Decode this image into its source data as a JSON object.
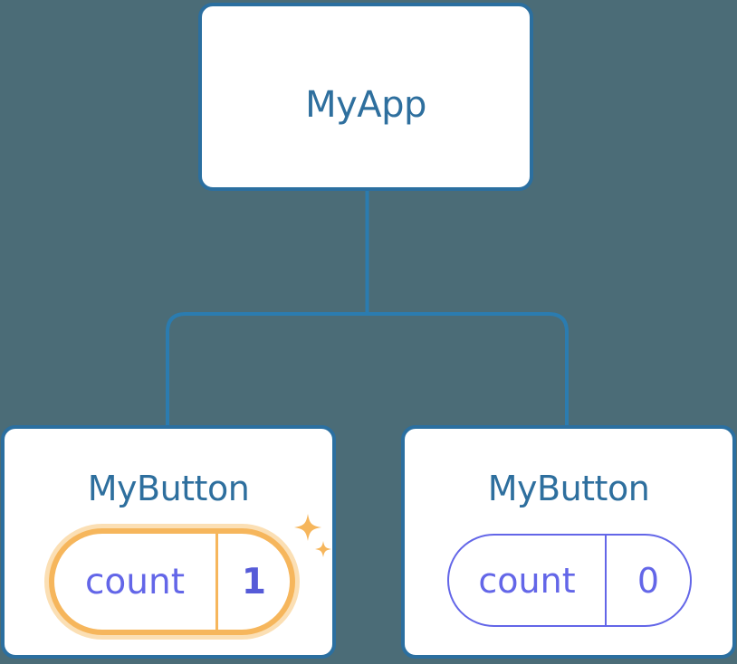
{
  "diagram": {
    "background_color": "#4b6c77",
    "node_border_color": "#2b6fa0",
    "node_title_color": "#2e6f9e",
    "state_color": "#6366e8",
    "highlight_color": "#f6b65c",
    "highlight_glow_color": "#fbdfb4",
    "connector_color": "#2b7cb0"
  },
  "root": {
    "title": "MyApp"
  },
  "children": [
    {
      "title": "MyButton",
      "state": {
        "key": "count",
        "value": "1"
      },
      "highlighted": "true",
      "sparkle_count": "2"
    },
    {
      "title": "MyButton",
      "state": {
        "key": "count",
        "value": "0"
      },
      "highlighted": "false",
      "sparkle_count": "0"
    }
  ]
}
